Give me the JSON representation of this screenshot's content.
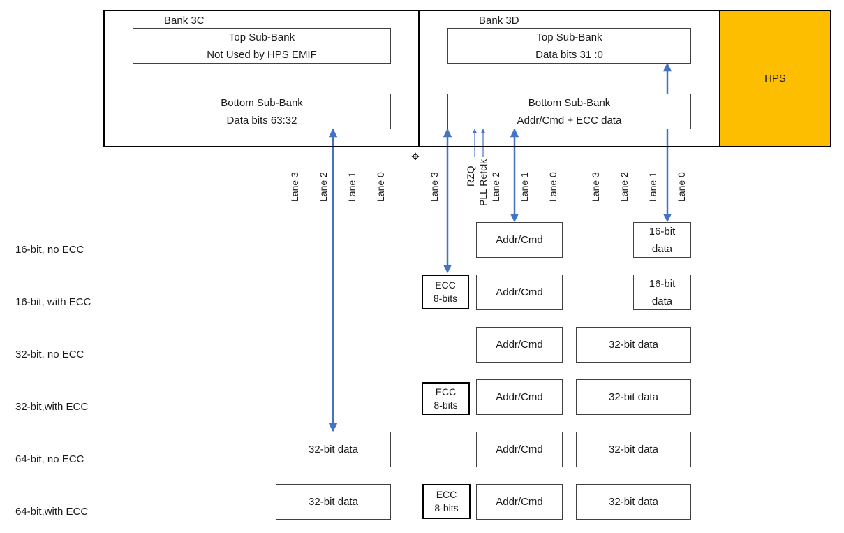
{
  "banks": {
    "bank_3c": {
      "title": "Bank  3C",
      "top_sub_bank": {
        "line1": "Top Sub-Bank",
        "line2": "Not Used by HPS EMIF"
      },
      "bottom_sub_bank": {
        "line1": "Bottom Sub-Bank",
        "line2": "Data bits 63:32"
      }
    },
    "bank_3d": {
      "title": "Bank  3D",
      "top_sub_bank": {
        "line1": "Top Sub-Bank",
        "line2": "Data bits 31 :0"
      },
      "bottom_sub_bank": {
        "line1": "Bottom Sub-Bank",
        "line2": "Addr/Cmd + ECC data"
      }
    },
    "hps": {
      "label": "HPS"
    }
  },
  "pins": {
    "rzq": "RZQ",
    "pll_refclk": "PLL Refclk"
  },
  "lanes": {
    "bank_3c": [
      "Lane 3",
      "Lane 2",
      "Lane 1",
      "Lane 0"
    ],
    "bank_3d_low": [
      "Lane 3",
      "Lane 2",
      "Lane 1",
      "Lane 0"
    ],
    "bank_3d_high": [
      "Lane 3",
      "Lane 2",
      "Lane 1",
      "Lane 0"
    ]
  },
  "configs": [
    {
      "label": "16-bit, no ECC",
      "addr_cmd": "Addr/Cmd",
      "data_3d": {
        "line1": "16-bit",
        "line2": "data"
      }
    },
    {
      "label": "16-bit, with ECC",
      "ecc": {
        "line1": "ECC",
        "line2": "8-bits"
      },
      "addr_cmd": "Addr/Cmd",
      "data_3d": {
        "line1": "16-bit",
        "line2": "data"
      }
    },
    {
      "label": "32-bit, no ECC",
      "addr_cmd": "Addr/Cmd",
      "data_3d": "32-bit data"
    },
    {
      "label": "32-bit,with ECC",
      "ecc": {
        "line1": "ECC",
        "line2": "8-bits"
      },
      "addr_cmd": "Addr/Cmd",
      "data_3d": "32-bit data"
    },
    {
      "label": "64-bit, no ECC",
      "data_3c": "32-bit data",
      "addr_cmd": "Addr/Cmd",
      "data_3d": "32-bit data"
    },
    {
      "label": "64-bit,with ECC",
      "data_3c": "32-bit data",
      "ecc": {
        "line1": "ECC",
        "line2": "8-bits"
      },
      "addr_cmd": "Addr/Cmd",
      "data_3d": "32-bit data"
    }
  ],
  "colors": {
    "arrow": "#4472c4",
    "hps_fill": "#fdbe00",
    "border": "#000000"
  },
  "icons": {
    "cursor": "move-cursor-icon"
  }
}
